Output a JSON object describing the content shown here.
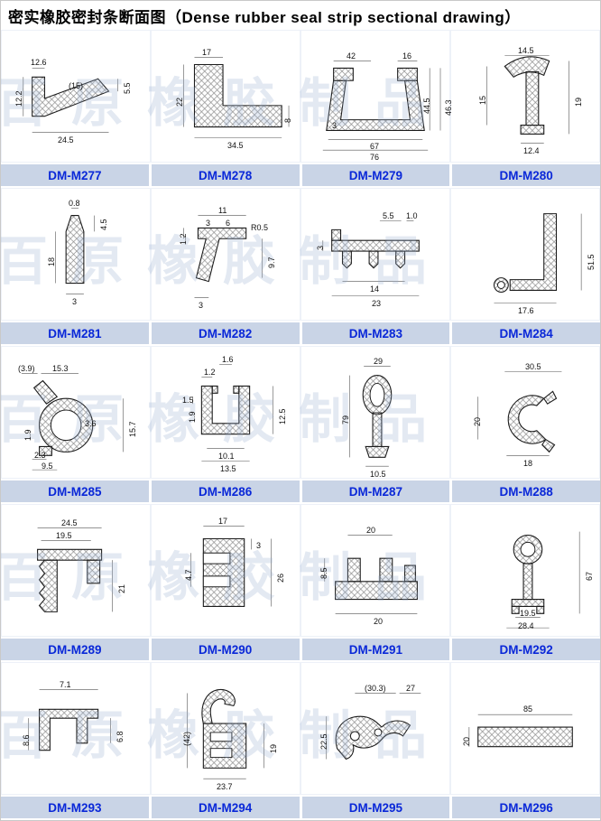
{
  "title": "密实橡胶密封条断面图（Dense rubber seal strip sectional drawing）",
  "watermark": "百原橡胶制品",
  "cells": [
    {
      "model": "DM-M277",
      "dims": [
        "12.6",
        "12.2",
        "(15)",
        "5.5",
        "24.5"
      ]
    },
    {
      "model": "DM-M278",
      "dims": [
        "17",
        "22",
        "8",
        "34.5"
      ]
    },
    {
      "model": "DM-M279",
      "dims": [
        "42",
        "16",
        "44.5",
        "46.3",
        "3",
        "67",
        "76"
      ]
    },
    {
      "model": "DM-M280",
      "dims": [
        "14.5",
        "15",
        "19",
        "12.4"
      ]
    },
    {
      "model": "DM-M281",
      "dims": [
        "0.8",
        "4.5",
        "18",
        "3"
      ]
    },
    {
      "model": "DM-M282",
      "dims": [
        "11",
        "6",
        "3",
        "R0.5",
        "1.2",
        "9.7",
        "3"
      ]
    },
    {
      "model": "DM-M283",
      "dims": [
        "5.5",
        "1.0",
        "3",
        "14",
        "23"
      ]
    },
    {
      "model": "DM-M284",
      "dims": [
        "51.5",
        "17.6"
      ]
    },
    {
      "model": "DM-M285",
      "dims": [
        "(3.9)",
        "15.3",
        "15.7",
        "3.6",
        "1.9",
        "2.3",
        "9.5"
      ]
    },
    {
      "model": "DM-M286",
      "dims": [
        "1.6",
        "1.2",
        "1.5",
        "1.9",
        "12.5",
        "10.1",
        "13.5"
      ]
    },
    {
      "model": "DM-M287",
      "dims": [
        "29",
        "79",
        "10.5"
      ]
    },
    {
      "model": "DM-M288",
      "dims": [
        "30.5",
        "20",
        "18"
      ]
    },
    {
      "model": "DM-M289",
      "dims": [
        "24.5",
        "19.5",
        "21"
      ]
    },
    {
      "model": "DM-M290",
      "dims": [
        "17",
        "3",
        "4.7",
        "26"
      ]
    },
    {
      "model": "DM-M291",
      "dims": [
        "20",
        "8.5",
        "20"
      ]
    },
    {
      "model": "DM-M292",
      "dims": [
        "67",
        "19.5",
        "28.4"
      ]
    },
    {
      "model": "DM-M293",
      "dims": [
        "7.1",
        "6.8",
        "8.6"
      ]
    },
    {
      "model": "DM-M294",
      "dims": [
        "(42)",
        "19",
        "23.7"
      ]
    },
    {
      "model": "DM-M295",
      "dims": [
        "(30.3)",
        "27",
        "22.5"
      ]
    },
    {
      "model": "DM-M296",
      "dims": [
        "85",
        "20"
      ]
    }
  ]
}
